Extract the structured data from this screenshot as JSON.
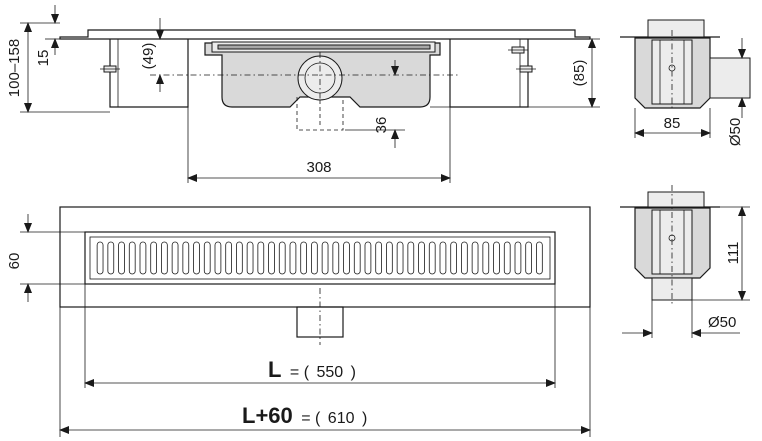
{
  "dimensions": {
    "height_range": "100–158",
    "flange": "15",
    "frame_height": "(49)",
    "body_depth": "(85)",
    "outlet_offset": "36",
    "body_width": "308",
    "side_width": "85",
    "outlet_diameter_top": "Ø50",
    "grate_width": "60",
    "side_height": "111",
    "outlet_diameter_bottom": "Ø50"
  },
  "length_labels": {
    "l_symbol": "L",
    "l_equals": "= (",
    "l_value": "550",
    "l_close": ")",
    "l60_symbol": "L+60",
    "l60_equals": "= (",
    "l60_value": "610",
    "l60_close": ")"
  },
  "grate": {
    "slot_count": 42
  },
  "colors": {
    "line": "#1a1a1a",
    "fill": "#d9d9d9",
    "background": "#ffffff"
  }
}
